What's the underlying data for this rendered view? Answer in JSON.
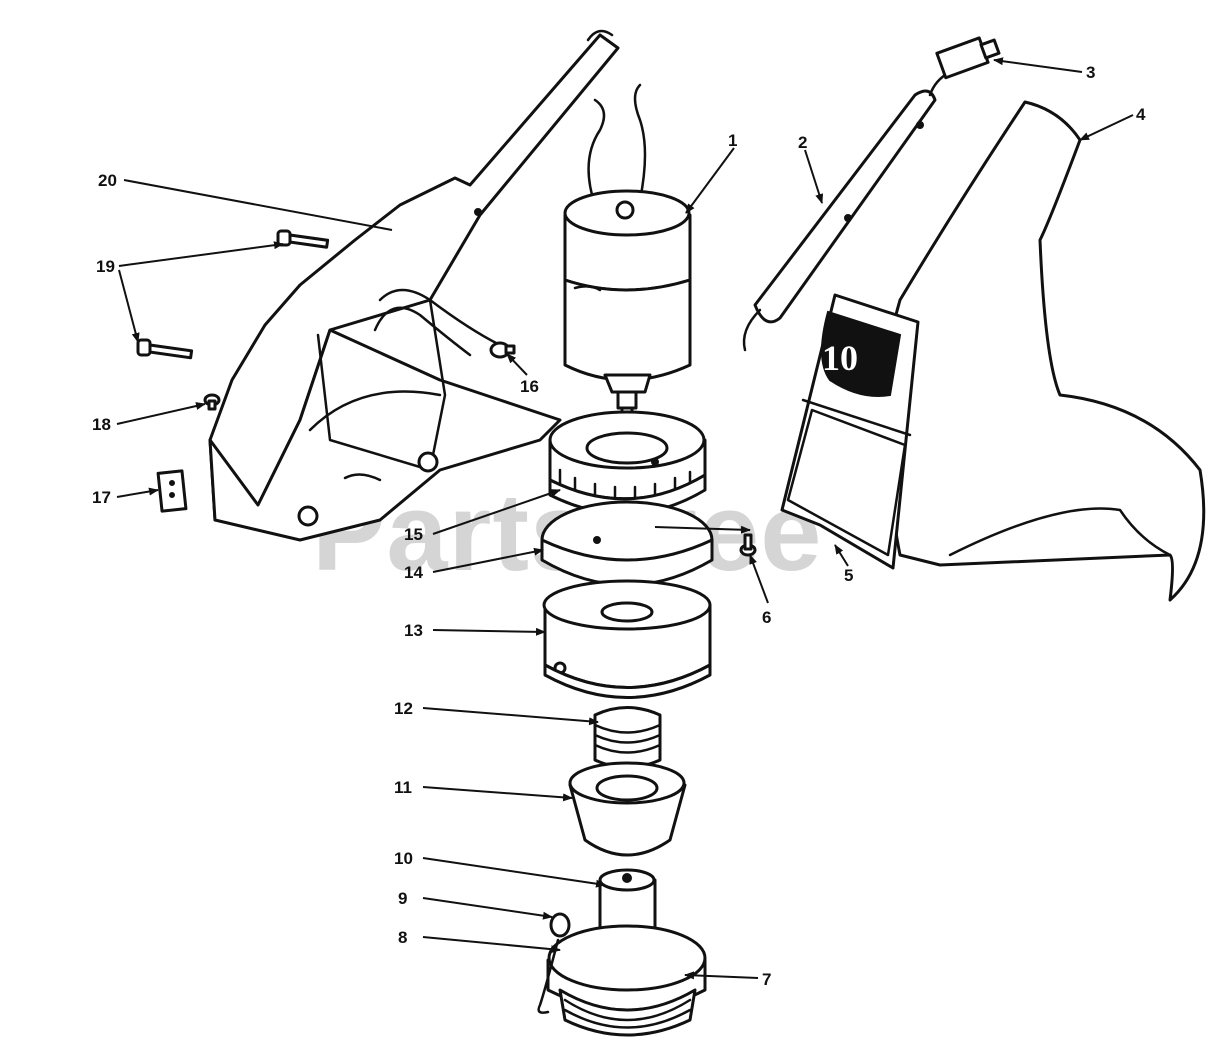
{
  "watermark": {
    "text": "PartsTree",
    "trademark": "™"
  },
  "decal": {
    "text": "10"
  },
  "colors": {
    "ink": "#111111",
    "watermark": "#c8c8c8",
    "background": "#ffffff"
  },
  "callouts": [
    {
      "number": "1"
    },
    {
      "number": "2"
    },
    {
      "number": "3"
    },
    {
      "number": "4"
    },
    {
      "number": "5"
    },
    {
      "number": "6"
    },
    {
      "number": "7"
    },
    {
      "number": "8"
    },
    {
      "number": "9"
    },
    {
      "number": "10"
    },
    {
      "number": "11"
    },
    {
      "number": "12"
    },
    {
      "number": "13"
    },
    {
      "number": "14"
    },
    {
      "number": "15"
    },
    {
      "number": "16"
    },
    {
      "number": "17"
    },
    {
      "number": "18"
    },
    {
      "number": "19"
    },
    {
      "number": "20"
    }
  ]
}
